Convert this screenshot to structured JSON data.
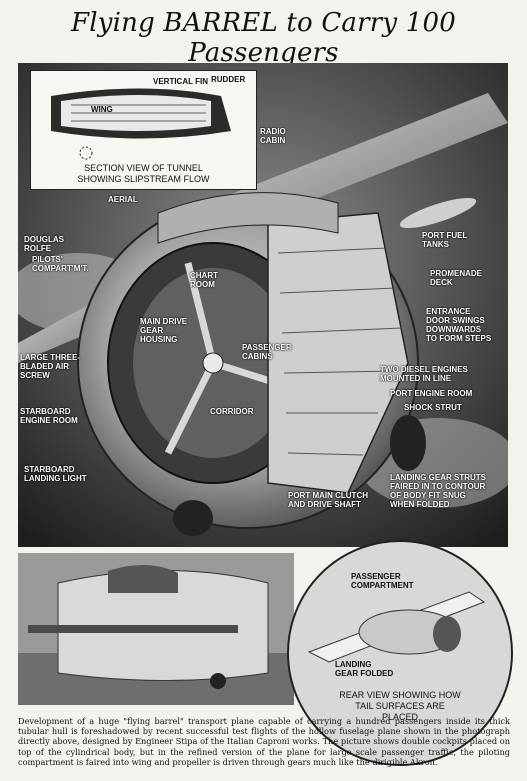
{
  "headline": "Flying BARREL to Carry 100 Passengers",
  "inset": {
    "labels": {
      "vertical_fin": "VERTICAL FIN",
      "rudder": "RUDDER",
      "wing": "WING"
    },
    "caption": "SECTION VIEW OF TUNNEL\nSHOWING SLIPSTREAM FLOW"
  },
  "main_labels": {
    "radio_cabin": "RADIO\nCABIN",
    "aerial": "AERIAL",
    "artist": "DOUGLAS\nROLFE",
    "pilots": "PILOTS'\nCOMPART'M'T.",
    "port_fuel": "PORT FUEL\nTANKS",
    "chart_room": "CHART\nROOM",
    "promenade": "PROMENADE\nDECK",
    "entrance": "ENTRANCE\nDOOR SWINGS\nDOWNWARDS\nTO FORM STEPS",
    "main_drive": "MAIN DRIVE\nGEAR\nHOUSING",
    "air_screw": "LARGE THREE-\nBLADED AIR\nSCREW",
    "passenger_cabins": "PASSENGER\nCABINS",
    "diesel": "TWO DIESEL ENGINES\nMOUNTED IN LINE",
    "port_engine_room": "PORT ENGINE ROOM",
    "starboard_engine": "STARBOARD\nENGINE ROOM",
    "corridor": "CORRIDOR",
    "shock_strut": "SHOCK STRUT",
    "starboard_light": "STARBOARD\nLANDING LIGHT",
    "landing_gear_struts": "LANDING GEAR STRUTS\nFAIRED IN TO CONTOUR\nOF BODY FIT SNUG\nWHEN FOLDED",
    "clutch": "PORT MAIN CLUTCH\nAND DRIVE SHAFT"
  },
  "circle": {
    "passenger_compartment": "PASSENGER\nCOMPARTMENT",
    "landing_gear": "LANDING\nGEAR FOLDED",
    "caption": "REAR VIEW SHOWING HOW\nTAIL SURFACES ARE\nPLACED"
  },
  "body_text": "Development of a huge \"flying barrel\" transport plane capable of carrying a hundred passengers inside its thick tubular hull is foreshadowed by recent successful test flights of the hollow fuselage plane shown in the photograph directly above, designed by Engineer Stipa of the Italian Caproni works. The picture shows double cockpits placed on top of the cylindrical body, but in the refined version of the plane for large scale passenger traffic, the piloting compartment is faired into wing and propeller is driven through gears much like the dirigible Akron."
}
